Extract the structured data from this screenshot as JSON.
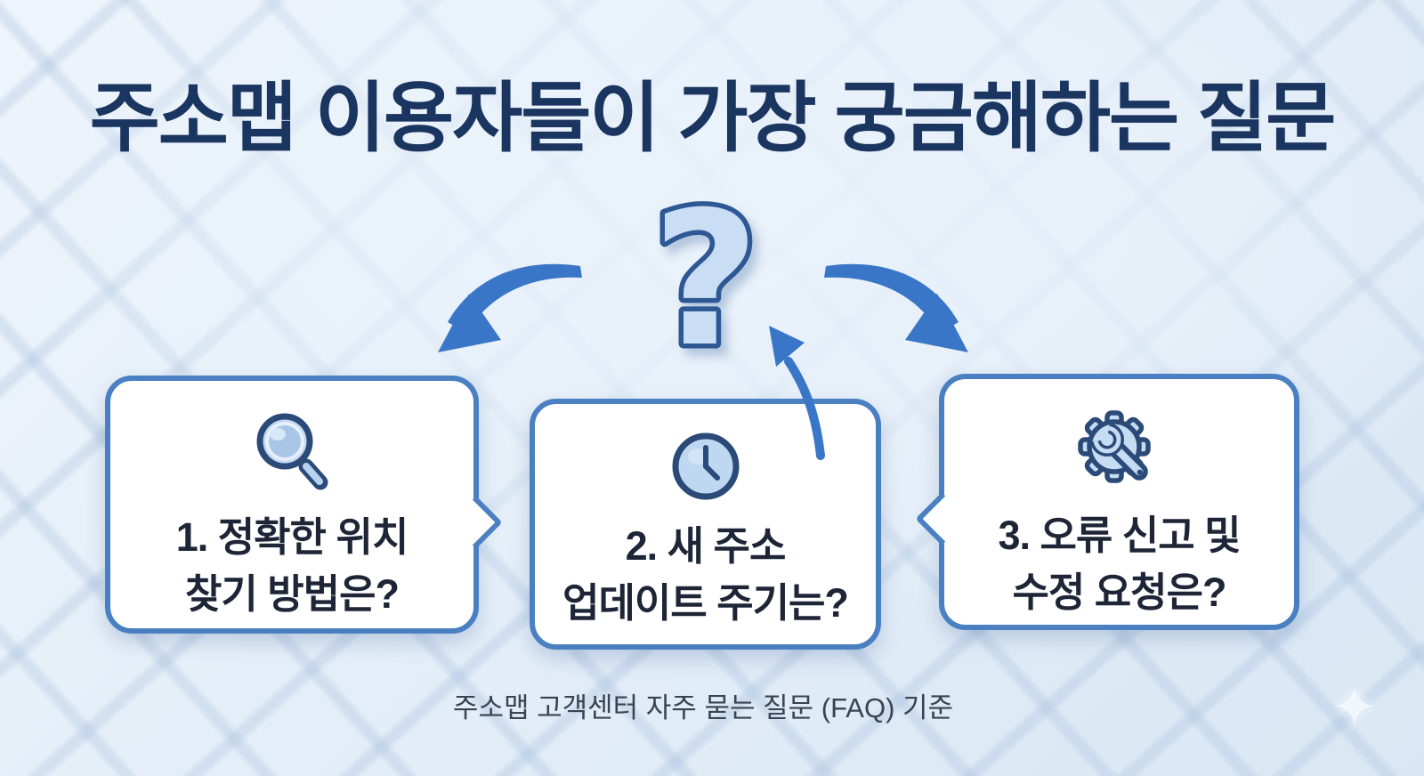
{
  "title": "주소맵 이용자들이 가장 궁금해하는 질문",
  "center_graphic": {
    "question_mark": "?"
  },
  "cards": [
    {
      "icon": "magnifier-icon",
      "line1": "1. 정확한 위치",
      "line2": "찾기 방법은?"
    },
    {
      "icon": "clock-icon",
      "line1": "2. 새 주소",
      "line2": "업데이트 주기는?"
    },
    {
      "icon": "gear-wrench-icon",
      "line1": "3. 오류 신고 및",
      "line2": "수정 요청은?"
    }
  ],
  "footer": {
    "caption": "주소맵 고객센터 자주 묻는 질문 (FAQ) 기준"
  },
  "decorations": {
    "sparkle": "✦"
  },
  "colors": {
    "background": "#e4eef8",
    "grid_line": "#a8c0de",
    "title_text": "#1a3560",
    "card_border": "#4a80c2",
    "card_background": "#ffffff",
    "card_text": "#1d2536",
    "arrow_blue": "#3a76c8",
    "question_fill": "#c9def4",
    "question_stroke": "#2d5894",
    "footer_text": "#3a4353",
    "icon_fill": "#c5dcf3",
    "icon_stroke": "#2c4a78"
  }
}
